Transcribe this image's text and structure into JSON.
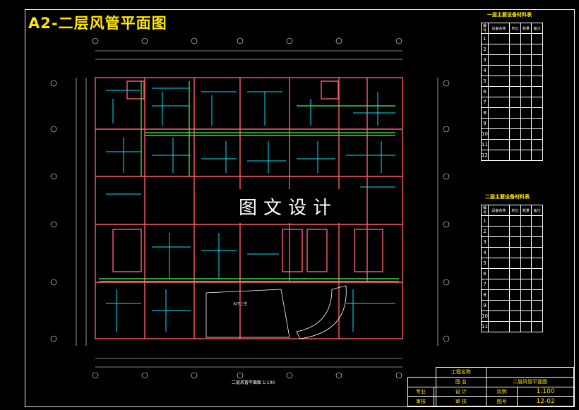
{
  "drawing": {
    "title": "A2-二层风管平面图",
    "watermark": "图文设计",
    "plan_caption": "二层风管平面图 1:100",
    "room_label_south": "大厅上空"
  },
  "tables": {
    "equipment_title": "一层主要设备材料表",
    "material_title": "二层主要设备材料表",
    "header_no": "编号",
    "header_name": "设备名称",
    "header_unit": "单位",
    "header_qty": "数量",
    "header_note": "备注",
    "equipment_rows": [
      "1",
      "2",
      "3",
      "4",
      "5",
      "6",
      "7",
      "8",
      "9",
      "10",
      "11",
      "12"
    ],
    "material_rows": [
      "1",
      "2",
      "3",
      "4",
      "5",
      "6",
      "7",
      "8",
      "9",
      "10",
      "11"
    ]
  },
  "title_block": {
    "project_label": "工程名称",
    "drawing_label": "图  名",
    "drawing_name": "二层风管平面图",
    "specialty_label": "专业",
    "design_label": "设  计",
    "review_label": "审核",
    "check_label": "审  核",
    "scale_label": "比例",
    "scale_value": "1:100",
    "sheet_label": "图号",
    "sheet_value": "12-02"
  },
  "colors": {
    "wall": "#ff5a6e",
    "duct": "#00e5ff",
    "pipe": "#3cff3c",
    "title": "#ffe600",
    "frame": "#e8e8e8"
  }
}
